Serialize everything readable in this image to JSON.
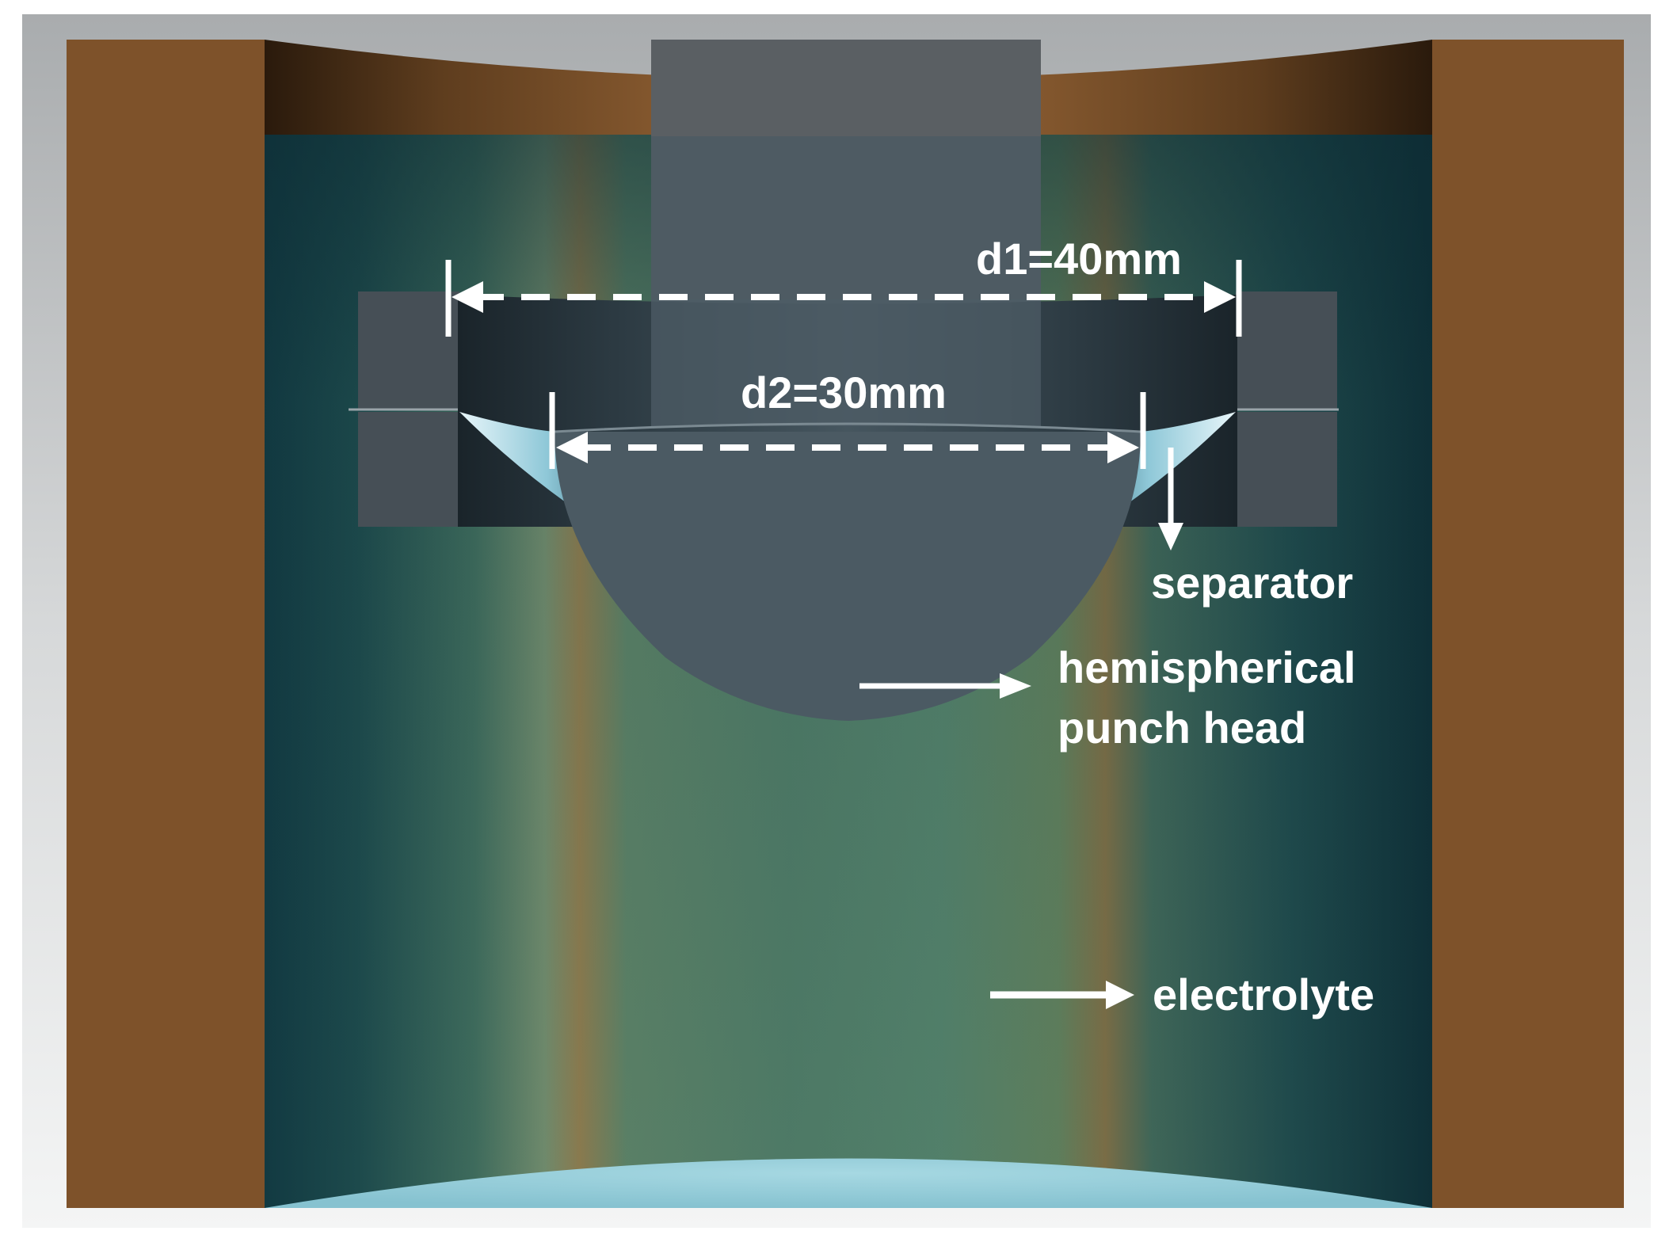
{
  "labels": {
    "d1": "d1=40mm",
    "d2": "d2=30mm",
    "separator": "separator",
    "punch_line1": "hemispherical",
    "punch_line2": "punch head",
    "electrolyte": "electrolyte"
  },
  "colors": {
    "wall": "#7e522a",
    "electrolyte_dark": "#123a40",
    "electrolyte_mid": "#4a7a66",
    "electrolyte_surface": "#9fd3de",
    "punch": "#4b5a63",
    "clamp": "#474f55",
    "annotation": "#ffffff"
  }
}
